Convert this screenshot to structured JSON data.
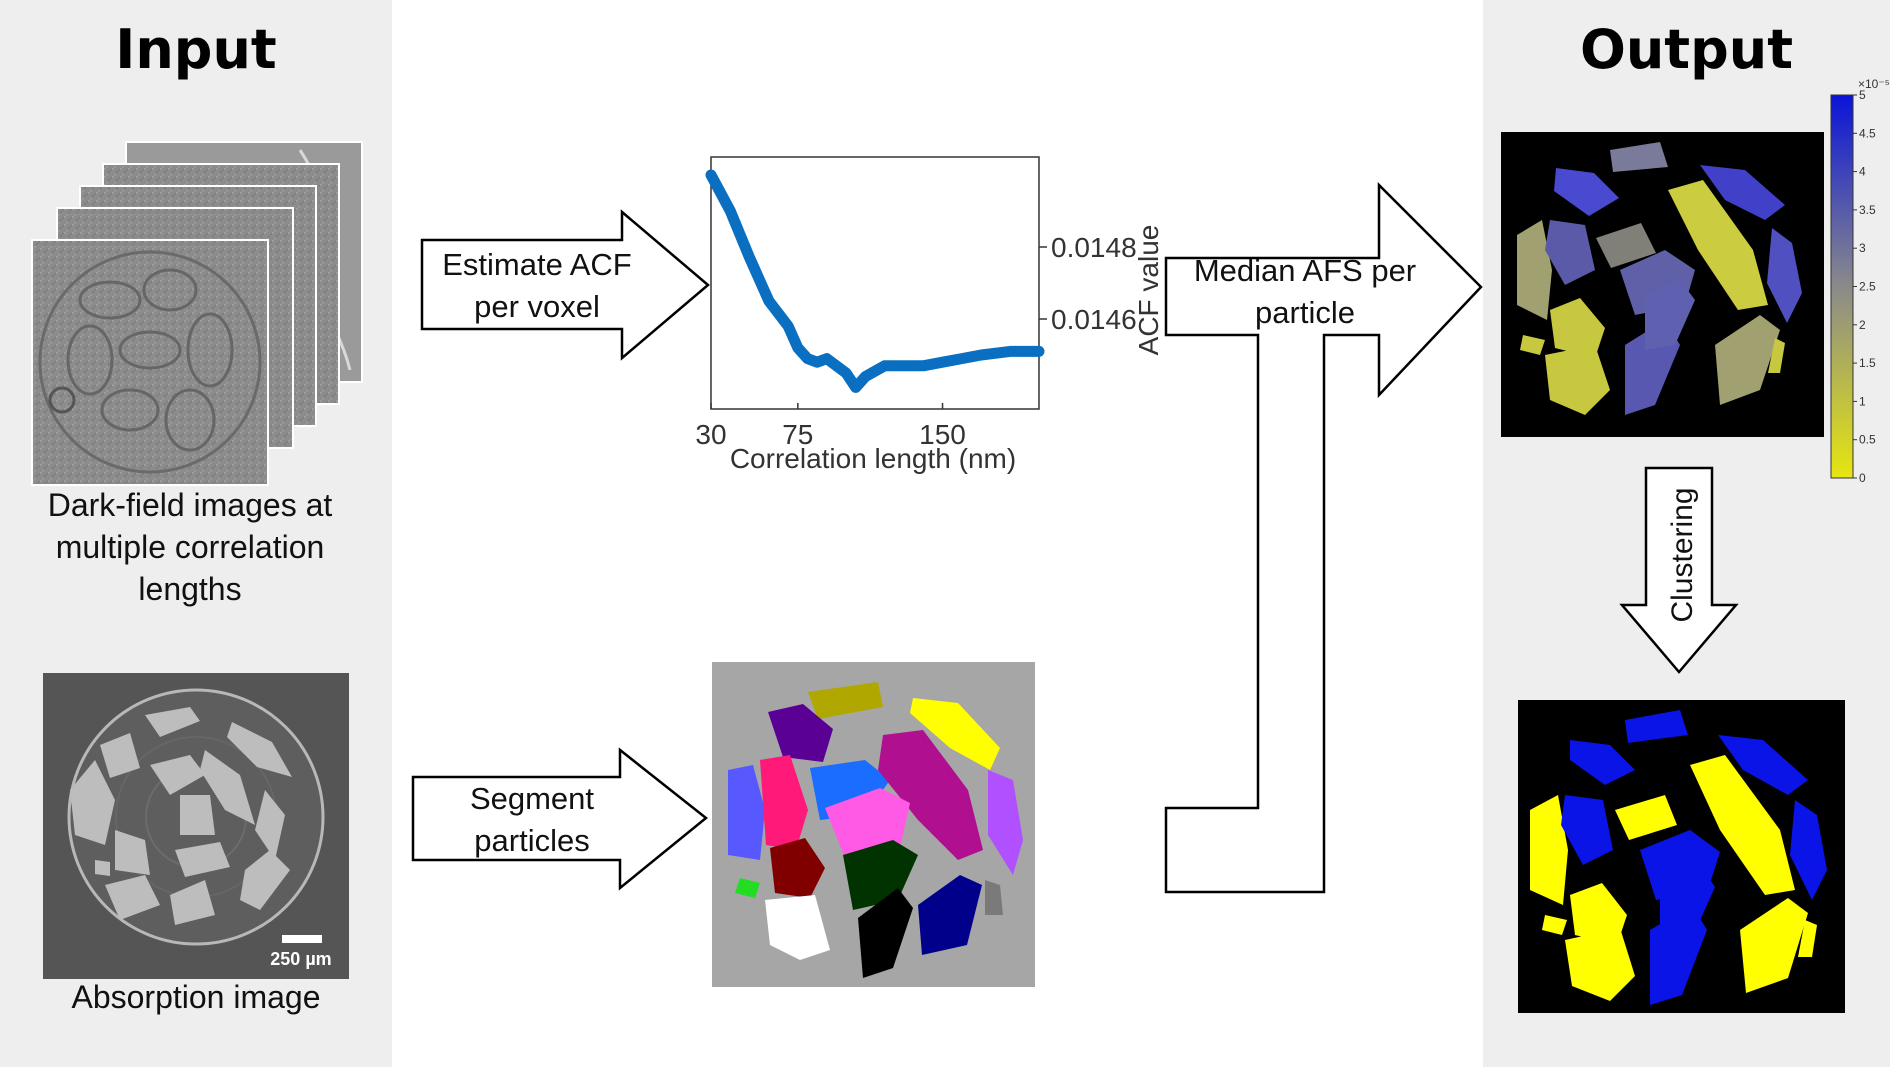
{
  "input": {
    "title": "Input",
    "darkfield_label": "Dark-field images at multiple correlation lengths",
    "absorption_label": "Absorption image",
    "scalebar": "250 µm"
  },
  "output": {
    "title": "Output"
  },
  "arrows": {
    "estimate_acf": "Estimate ACF per voxel",
    "segment": "Segment particles",
    "median_afs": "Median AFS per particle",
    "clustering": "Clustering"
  },
  "chart_data": {
    "type": "line",
    "xlabel": "Correlation length (nm)",
    "ylabel": "ACF value",
    "xlim": [
      30,
      200
    ],
    "ylim": [
      0.01435,
      0.01505
    ],
    "xticks": [
      "30",
      "75",
      "150"
    ],
    "yticks": [
      "0.0148",
      "0.0146"
    ],
    "x": [
      30,
      40,
      50,
      60,
      70,
      75,
      80,
      85,
      90,
      100,
      105,
      110,
      120,
      130,
      140,
      150,
      160,
      170,
      185,
      200
    ],
    "y": [
      0.015,
      0.0149,
      0.01477,
      0.01465,
      0.01458,
      0.01452,
      0.01449,
      0.01448,
      0.01449,
      0.01445,
      0.01441,
      0.01444,
      0.01447,
      0.01447,
      0.01447,
      0.01448,
      0.01449,
      0.0145,
      0.01451,
      0.01451
    ],
    "line_color": "#0a6fc0",
    "grid": false
  },
  "colorbar": {
    "exponent": "×10⁻⁵",
    "ticks": [
      "5",
      "4.5",
      "4",
      "3.5",
      "3",
      "2.5",
      "2",
      "1.5",
      "1",
      "0.5",
      "0"
    ],
    "colors": [
      "#0a14d8",
      "#d8d814"
    ]
  }
}
